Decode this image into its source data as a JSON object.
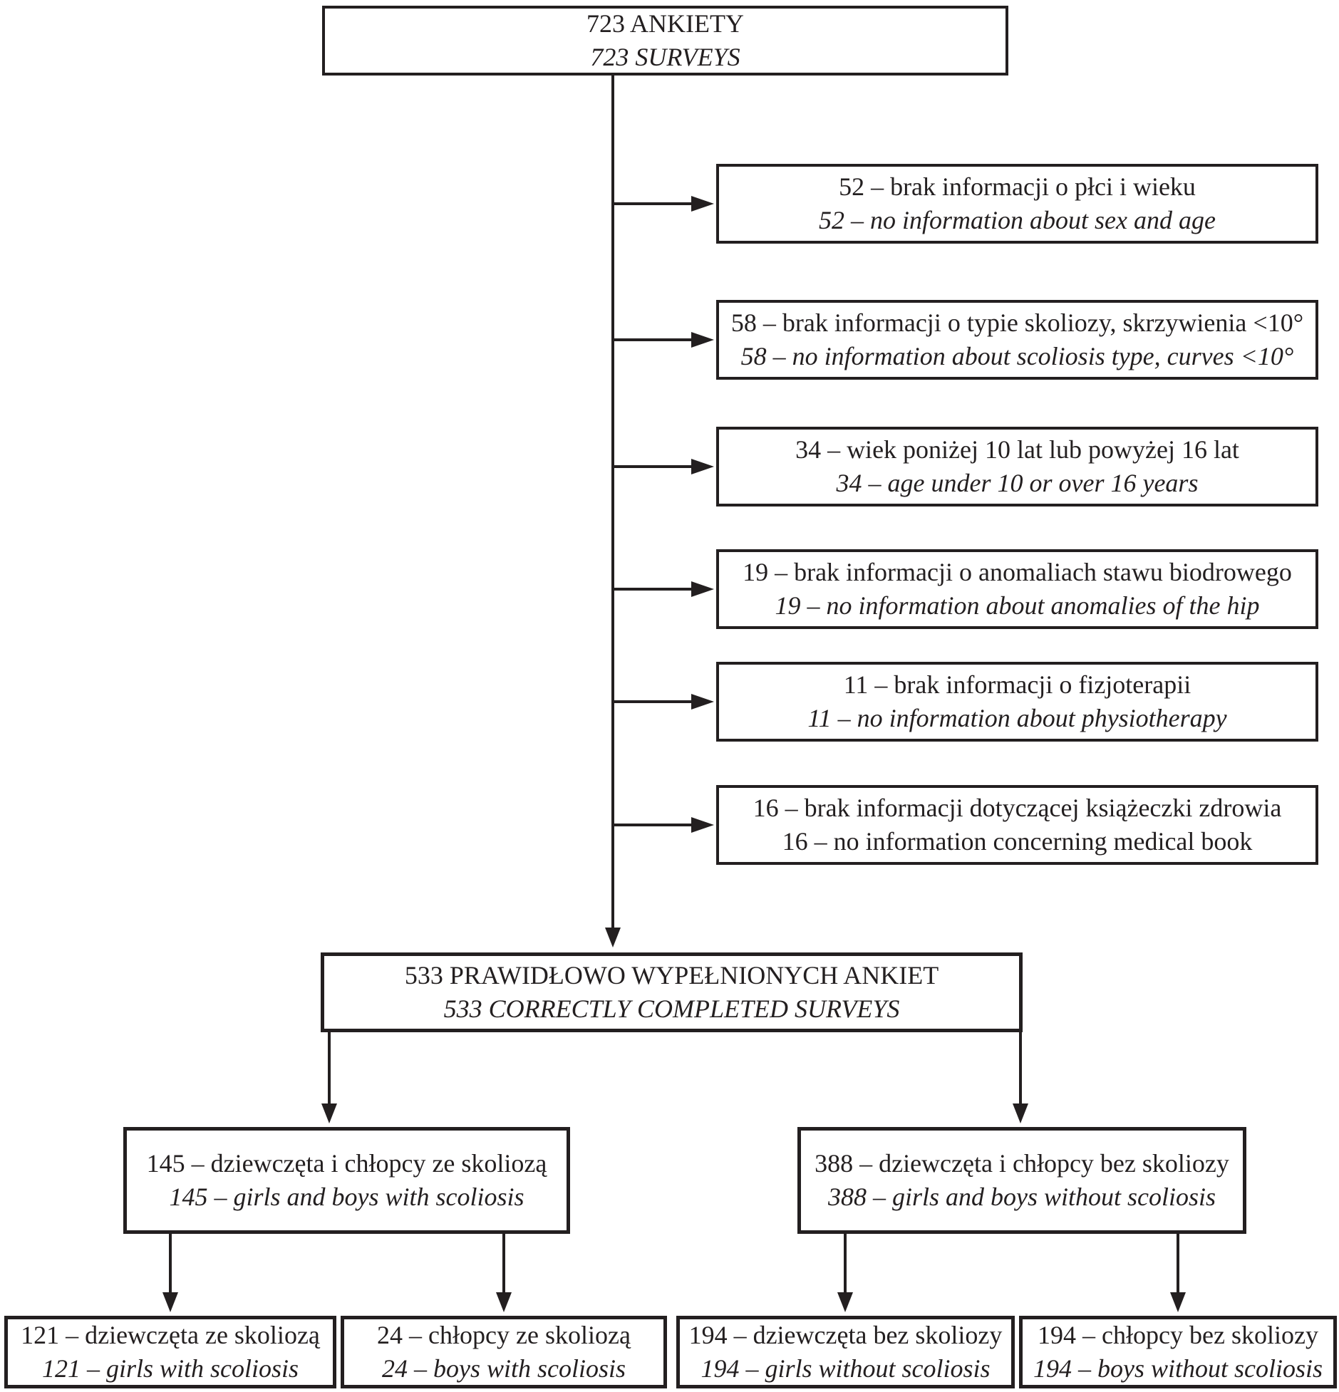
{
  "flowchart": {
    "ink_color": "#231f20",
    "background_color": "#ffffff",
    "total_box": {
      "line_pl": "723 ANKIETY",
      "line_en": "723 SURVEYS"
    },
    "exclusion_boxes": [
      {
        "line_pl": "52 – brak informacji o płci i wieku",
        "line_en": "52 – no information about sex and age"
      },
      {
        "line_pl": "58 – brak informacji o typie skoliozy, skrzywienia <10°",
        "line_en": "58 – no information about scoliosis type, curves <10°"
      },
      {
        "line_pl": "34 – wiek poniżej 10 lat lub powyżej 16 lat",
        "line_en": "34 – age under 10 or over 16 years"
      },
      {
        "line_pl": "19 – brak informacji o anomaliach stawu biodrowego",
        "line_en": "19 – no information about anomalies of the hip"
      },
      {
        "line_pl": "11 – brak informacji o fizjoterapii",
        "line_en": "11 – no information about physiotherapy"
      },
      {
        "line_pl": "16 – brak informacji dotyczącej książeczki zdrowia",
        "line_en": "16 – no information concerning medical book"
      }
    ],
    "completed_box": {
      "line_pl": "533 PRAWIDŁOWO WYPEŁNIONYCH ANKIET",
      "line_en": "533 CORRECTLY COMPLETED SURVEYS"
    },
    "scoliosis_box": {
      "line_pl": "145 – dziewczęta i chłopcy ze skoliozą",
      "line_en": "145 – girls and boys with scoliosis"
    },
    "no_scoliosis_box": {
      "line_pl": "388 – dziewczęta i chłopcy bez skoliozy",
      "line_en": "388 – girls and boys without scoliosis"
    },
    "leaf_boxes": [
      {
        "line_pl": "121 – dziewczęta ze skoliozą",
        "line_en": "121 – girls with scoliosis"
      },
      {
        "line_pl": "24 – chłopcy ze skoliozą",
        "line_en": "24 – boys with scoliosis"
      },
      {
        "line_pl": "194 – dziewczęta bez skoliozy",
        "line_en": "194 – girls without scoliosis"
      },
      {
        "line_pl": "194 – chłopcy bez skoliozy",
        "line_en": "194 – boys without scoliosis"
      }
    ]
  }
}
